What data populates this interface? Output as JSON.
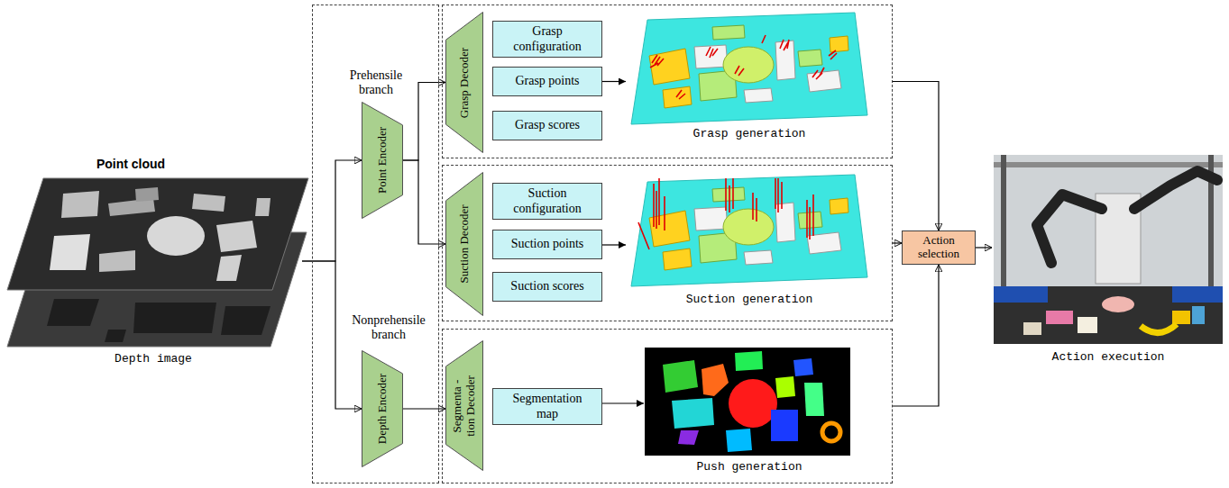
{
  "diagram": {
    "nodes": [
      {
        "text": [
          "Point cloud",
          "Depth image"
        ]
      },
      {
        "text": [
          "Prehensile branch",
          "Nonprehensile branch"
        ]
      },
      {
        "text": [
          "Point Encoder"
        ],
        "in": 1
      },
      {
        "text": [
          "Depth Encoder"
        ],
        "in": 1
      },
      {
        "text": [
          "Grasp generation"
        ]
      },
      {
        "text": [
          "Grasp Decoder"
        ],
        "in": 4
      },
      {
        "text": [
          "Grasp configuration"
        ],
        "in": 4
      },
      {
        "text": [
          "Grasp points"
        ],
        "in": 4
      },
      {
        "text": [
          "Grasp scores"
        ],
        "in": 4
      },
      {
        "text": [
          "Suction generation"
        ]
      },
      {
        "text": [
          "Suction Decoder"
        ],
        "in": 9
      },
      {
        "text": [
          "Suction configuration"
        ],
        "in": 9
      },
      {
        "text": [
          "Suction points"
        ],
        "in": 9
      },
      {
        "text": [
          "Suction scores"
        ],
        "in": 9
      },
      {
        "text": [
          "Push generation"
        ]
      },
      {
        "text": [
          "Segmenta -tion Decoder"
        ],
        "in": 14
      },
      {
        "text": [
          "Segmentation map"
        ],
        "in": 14
      },
      {
        "text": [
          "Action selection"
        ]
      },
      {
        "text": [
          "Action execution"
        ]
      }
    ],
    "edges": [
      {
        "from": 0,
        "to": 2,
        "arrow": "to"
      },
      {
        "from": 0,
        "to": 3,
        "arrow": "to"
      },
      {
        "from": 2,
        "to": 5,
        "arrow": "to"
      },
      {
        "from": 2,
        "to": 10,
        "arrow": "to"
      },
      {
        "from": 3,
        "to": 15,
        "arrow": "to"
      },
      {
        "from": 4,
        "to": 17,
        "arrow": "to"
      },
      {
        "from": 9,
        "to": 17,
        "arrow": "to"
      },
      {
        "from": 14,
        "to": 17,
        "arrow": "to"
      },
      {
        "from": 17,
        "to": 18,
        "arrow": "to"
      }
    ]
  }
}
